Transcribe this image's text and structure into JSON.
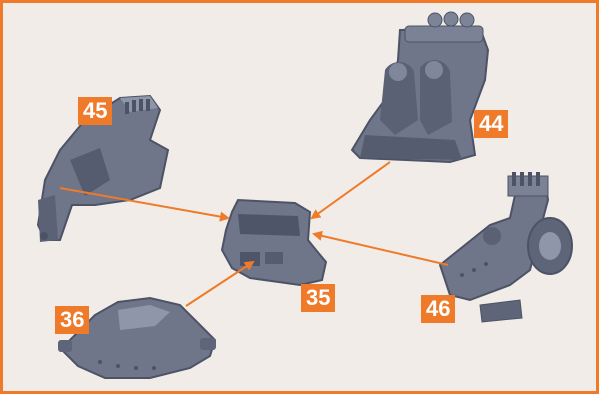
{
  "labels": {
    "part_45": "45",
    "part_44": "44",
    "part_35": "35",
    "part_46": "46",
    "part_36": "36"
  },
  "colors": {
    "frame": "#ee7a2a",
    "label_bg": "#ee7a2a",
    "label_text": "#ffffff",
    "arrow": "#ee7a2a",
    "part_body": "#6f768a",
    "part_dark": "#4d5366",
    "part_light": "#8f96aa",
    "background": "#f1ece7"
  },
  "parts": [
    {
      "id": "45",
      "description_icon": "hull-panel-icon"
    },
    {
      "id": "44",
      "description_icon": "cockpit-crew-icon"
    },
    {
      "id": "35",
      "description_icon": "center-block-icon"
    },
    {
      "id": "46",
      "description_icon": "engine-wheel-icon"
    },
    {
      "id": "36",
      "description_icon": "lower-hull-icon"
    }
  ],
  "connections": [
    {
      "from": "45",
      "to": "35"
    },
    {
      "from": "44",
      "to": "35"
    },
    {
      "from": "46",
      "to": "35"
    },
    {
      "from": "36",
      "to": "35"
    }
  ]
}
